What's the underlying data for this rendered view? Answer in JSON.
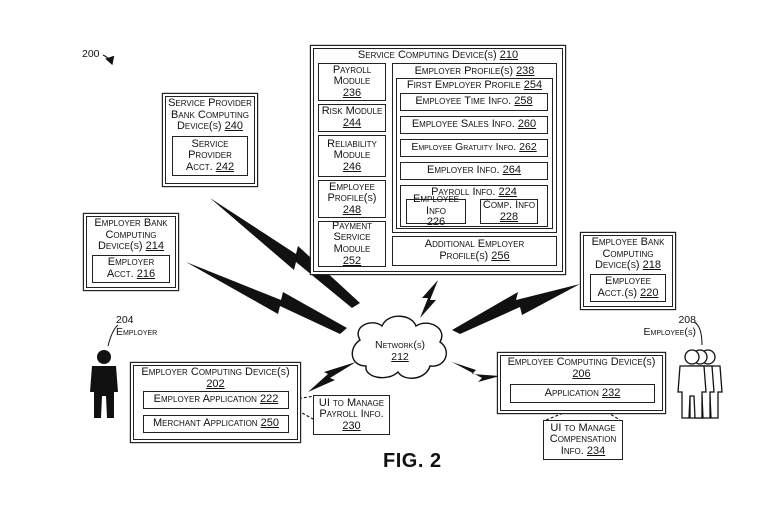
{
  "figure_ref": "200",
  "figure_caption": "FIG. 2",
  "service_computing": {
    "title": "Service Computing Device(s)",
    "num": "210",
    "payroll_module": {
      "title": "Payroll Module",
      "num": "236"
    },
    "risk_module": {
      "title": "Risk Module",
      "num": "244"
    },
    "reliability_module": {
      "title": "Reliability Module",
      "num": "246"
    },
    "employee_profile_module": {
      "title": "Employee Profile(s)",
      "num": "248"
    },
    "payment_service_module": {
      "title": "Payment Service Module",
      "num": "252"
    },
    "employer_profiles": {
      "title": "Employer Profile(s)",
      "num": "238"
    },
    "first_employer_profile": {
      "title": "First Employer Profile",
      "num": "254"
    },
    "employee_time_info": {
      "title": "Employee Time Info.",
      "num": "258"
    },
    "employee_sales_info": {
      "title": "Employee Sales Info.",
      "num": "260"
    },
    "employee_gratuity_info": {
      "title": "Employee Gratuity Info.",
      "num": "262"
    },
    "employer_info": {
      "title": "Employer Info.",
      "num": "264"
    },
    "payroll_info": {
      "title": "Payroll Info.",
      "num": "224"
    },
    "employee_info": {
      "title": "Employee Info",
      "num": "226"
    },
    "comp_info": {
      "title": "Comp. Info",
      "num": "228"
    },
    "additional_profiles": {
      "title": "Additional Employer Profile(s)",
      "num": "256"
    }
  },
  "service_provider_bank": {
    "title": "Service Provider Bank Computing Device(s)",
    "num": "240",
    "account": {
      "title": "Service Provider Acct.",
      "num": "242"
    }
  },
  "employer_bank": {
    "title": "Employer Bank Computing Device(s)",
    "num": "214",
    "account": {
      "title": "Employer Acct.",
      "num": "216"
    }
  },
  "employee_bank": {
    "title": "Employee Bank Computing Device(s)",
    "num": "218",
    "account": {
      "title": "Employee Acct.(s)",
      "num": "220"
    }
  },
  "network": {
    "title": "Network(s)",
    "num": "212"
  },
  "employer": {
    "num": "204",
    "label": "Employer"
  },
  "employees": {
    "num": "208",
    "label": "Employee(s)"
  },
  "employer_computing": {
    "title": "Employer Computing Device(s)",
    "num": "202",
    "employer_app": {
      "title": "Employer Application",
      "num": "222"
    },
    "merchant_app": {
      "title": "Merchant Application",
      "num": "250"
    }
  },
  "ui_payroll": {
    "title": "UI to Manage Payroll Info.",
    "num": "230"
  },
  "employee_computing": {
    "title": "Employee Computing Device(s)",
    "num": "206",
    "application": {
      "title": "Application",
      "num": "232"
    }
  },
  "ui_compensation": {
    "title": "UI to Manage Compensation Info.",
    "num": "234"
  }
}
